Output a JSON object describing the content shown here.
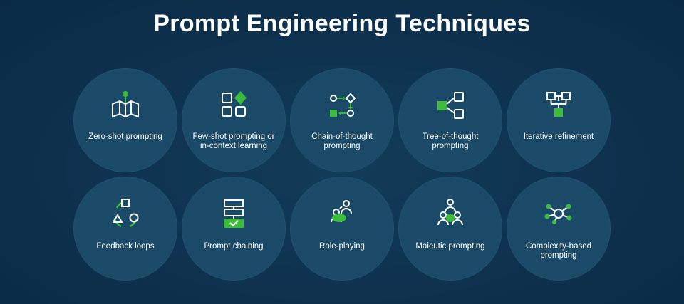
{
  "title": "Prompt Engineering Techniques",
  "colors": {
    "background": "#0e3350",
    "circle": "#1a4a68",
    "accent": "#3dbb3d",
    "icon_line": "#ffffff"
  },
  "techniques": [
    {
      "label": "Zero-shot prompting",
      "icon": "map-pin-icon"
    },
    {
      "label": "Few-shot prompting or in-context learning",
      "icon": "shapes-grid-icon"
    },
    {
      "label": "Chain-of-thought prompting",
      "icon": "flow-arrows-icon"
    },
    {
      "label": "Tree-of-thought prompting",
      "icon": "tree-branch-icon"
    },
    {
      "label": "Iterative refinement",
      "icon": "hierarchy-icon"
    },
    {
      "label": "Feedback loops",
      "icon": "cycle-shapes-icon"
    },
    {
      "label": "Prompt chaining",
      "icon": "stacked-check-icon"
    },
    {
      "label": "Role-playing",
      "icon": "people-chat-icon"
    },
    {
      "label": "Maieutic prompting",
      "icon": "group-people-icon"
    },
    {
      "label": "Complexity-based prompting",
      "icon": "network-nodes-icon"
    }
  ]
}
